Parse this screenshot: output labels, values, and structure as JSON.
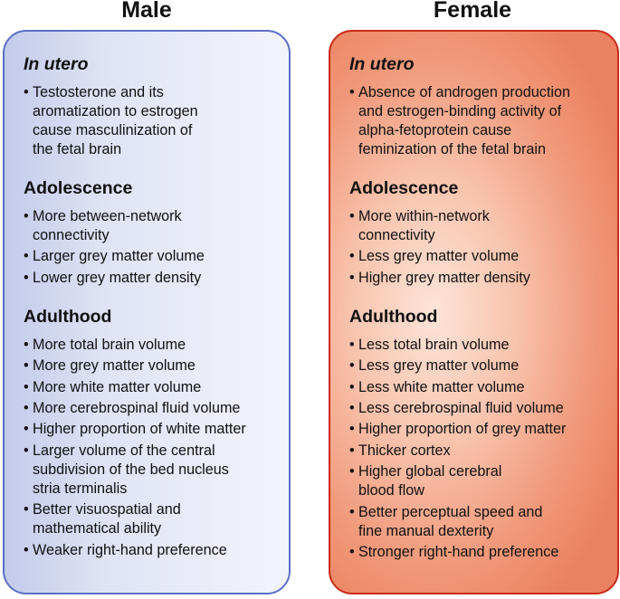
{
  "male": {
    "title": "Male",
    "sections": [
      {
        "title": "In utero",
        "items": [
          [
            "Testosterone and its",
            "aromatization to estrogen",
            "cause masculinization of",
            "the fetal brain"
          ]
        ]
      },
      {
        "title": "Adolescence",
        "items": [
          [
            "More between-network",
            "connectivity"
          ],
          [
            "Larger grey matter volume"
          ],
          [
            "Lower grey matter density"
          ]
        ]
      },
      {
        "title": "Adulthood",
        "items": [
          [
            "More total brain volume"
          ],
          [
            "More grey matter volume"
          ],
          [
            "More white matter volume"
          ],
          [
            "More cerebrospinal fluid volume"
          ],
          [
            "Higher proportion of white matter"
          ],
          [
            "Larger volume of the central",
            "subdivision of the bed nucleus",
            "stria terminalis"
          ],
          [
            "Better visuospatial and",
            "mathematical ability"
          ],
          [
            "Weaker right-hand preference"
          ]
        ]
      }
    ]
  },
  "female": {
    "title": "Female",
    "sections": [
      {
        "title": "In utero",
        "items": [
          [
            "Absence of androgen production",
            "and estrogen-binding activity of",
            "alpha-fetoprotein cause",
            "feminization of the fetal brain"
          ]
        ]
      },
      {
        "title": "Adolescence",
        "items": [
          [
            "More within-network",
            "connectivity"
          ],
          [
            "Less grey matter volume"
          ],
          [
            "Higher grey matter density"
          ]
        ]
      },
      {
        "title": "Adulthood",
        "items": [
          [
            "Less total brain volume"
          ],
          [
            "Less grey matter volume"
          ],
          [
            "Less white matter volume"
          ],
          [
            "Less cerebrospinal fluid volume"
          ],
          [
            "Higher proportion of grey matter"
          ],
          [
            "Thicker cortex"
          ],
          [
            "Higher global cerebral",
            "blood flow"
          ],
          [
            "Better perceptual speed and",
            "fine manual dexterity"
          ],
          [
            "Stronger right-hand preference"
          ]
        ]
      }
    ]
  },
  "colors": {
    "male_border": "#5b6fc4",
    "female_border": "#cc2a16"
  }
}
